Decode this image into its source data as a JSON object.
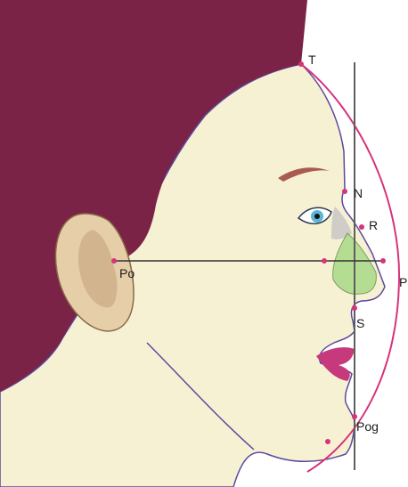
{
  "labels": {
    "T": "T",
    "N": "N",
    "R": "R",
    "P": "P",
    "Po": "Po",
    "S": "S",
    "Pog": "Pog"
  },
  "colors": {
    "hair": "#7a2347",
    "skin": "#f7f1d3",
    "skin_outline": "#5b4a9e",
    "ear": "#e6cfa8",
    "lips": "#c6397d",
    "nose_cartilage": "#a9d987",
    "nose_bone": "#c9c6c6",
    "iris": "#5ab6d6",
    "arc": "#d6337a",
    "reference_line": "#5e5e5e",
    "point": "#d6337a",
    "label": "#1a1a1a"
  },
  "icons": [
    "eye-icon",
    "ear-icon"
  ]
}
